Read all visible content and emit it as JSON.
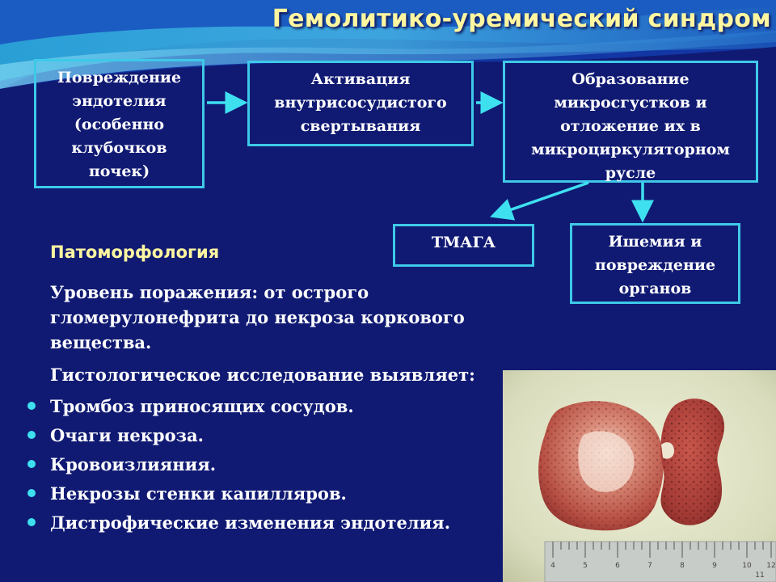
{
  "title": "Гемолитико-уремический синдром",
  "flow": {
    "box1": [
      "Повреждение",
      "эндотелия",
      "(особенно",
      "клубочков",
      "почек)"
    ],
    "box2": [
      "Активация",
      "внутрисосудистого",
      "свертывания"
    ],
    "box3": [
      "Образование",
      "микросгустков и",
      "отложение их в",
      "микроциркуляторном",
      "русле"
    ],
    "box4": [
      "ТМАГА"
    ],
    "box5": [
      "Ишемия и",
      "повреждение",
      "органов"
    ]
  },
  "section_title": "Патоморфология",
  "paragraph1": "Уровень поражения: от острого гломерулонефрита до некроза коркового вещества.",
  "paragraph2": "Гистологическое исследование выявляет:",
  "bullets": [
    "Тромбоз приносящих сосудов.",
    "Очаги некроза.",
    "Кровоизлияния.",
    "Некрозы стенки капилляров.",
    "Дистрофические изменения эндотелия."
  ],
  "photo": {
    "ruler_numbers": [
      "4",
      "5",
      "6",
      "7",
      "8",
      "9",
      "10",
      "11",
      "12"
    ]
  },
  "colors": {
    "background": "#101a73",
    "title": "#fff7a0",
    "box_border": "#3ec9e8",
    "arrow": "#3ee0f0",
    "bullet": "#3ee0f0",
    "text": "#ffffff"
  }
}
